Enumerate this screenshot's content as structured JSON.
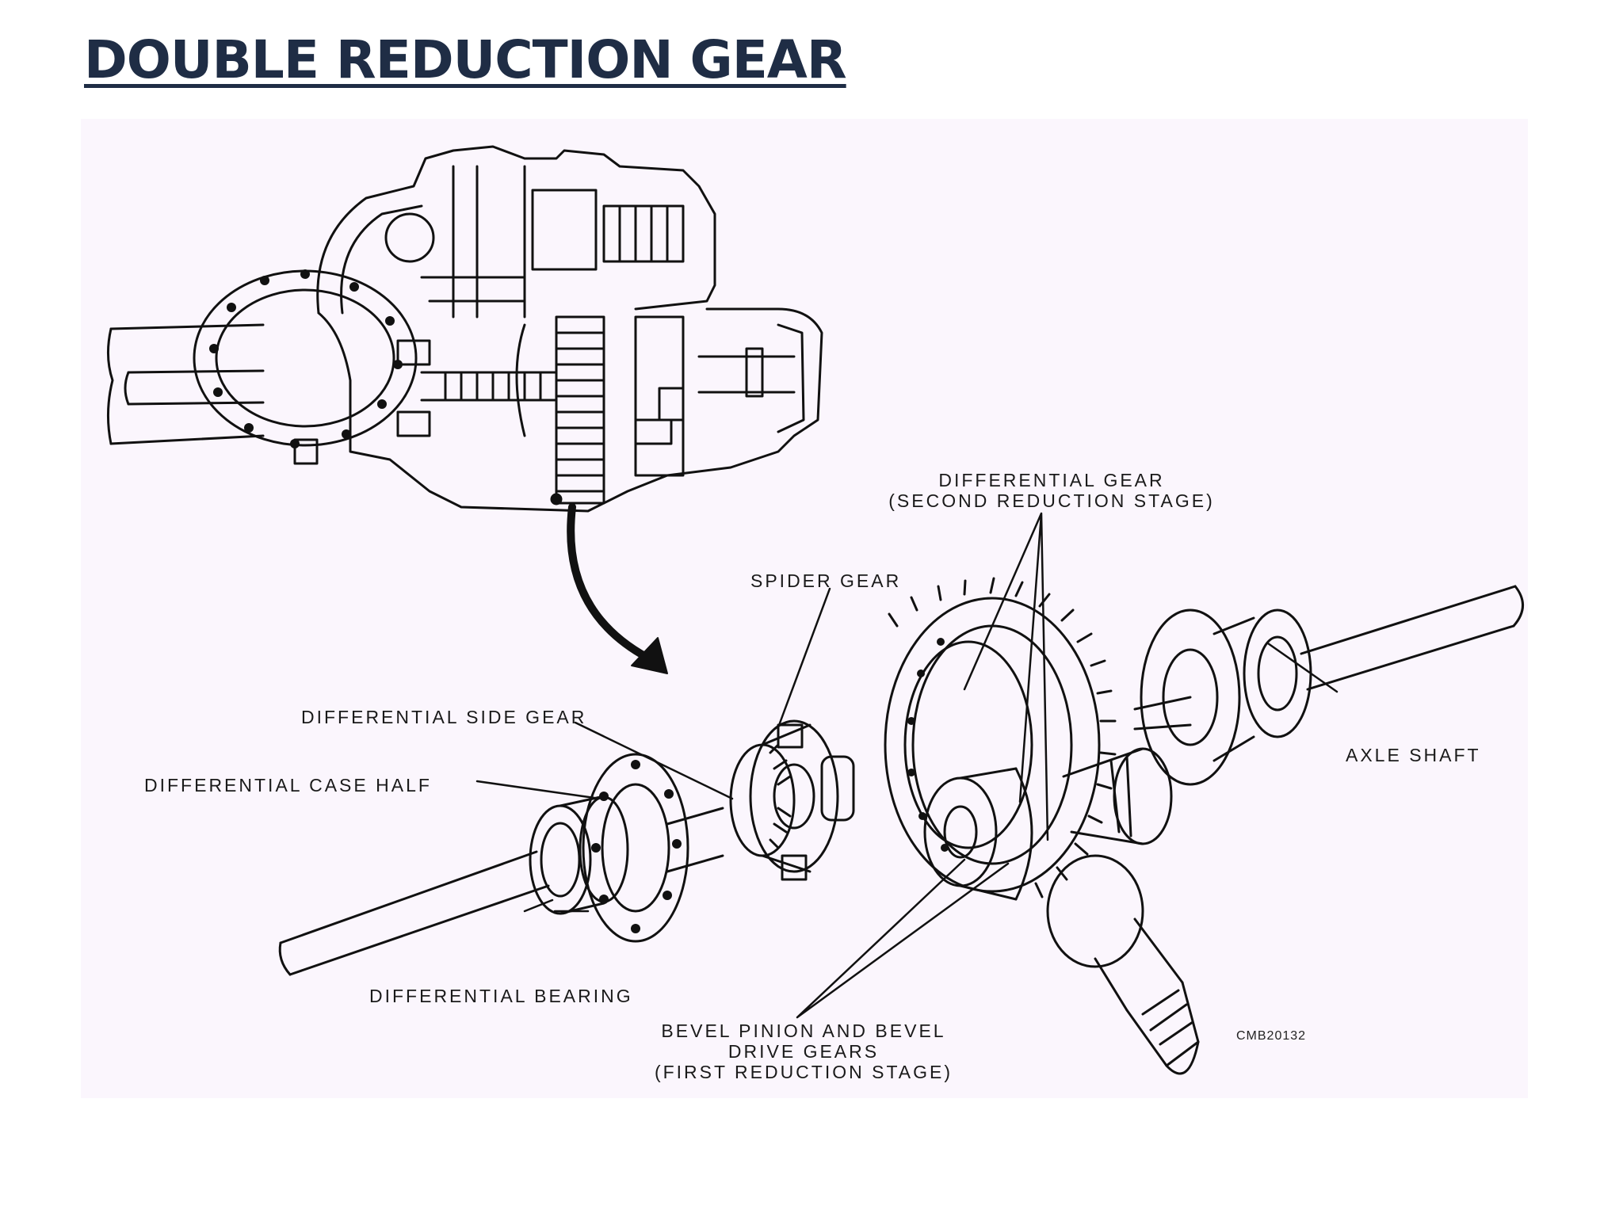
{
  "title": "DOUBLE REDUCTION GEAR",
  "labels": {
    "diff_gear_1": "DIFFERENTIAL GEAR",
    "diff_gear_2": "(SECOND REDUCTION STAGE)",
    "spider_gear": "SPIDER GEAR",
    "side_gear": "DIFFERENTIAL SIDE GEAR",
    "case_half": "DIFFERENTIAL CASE HALF",
    "axle_shaft": "AXLE SHAFT",
    "bearing": "DIFFERENTIAL BEARING",
    "bevel_1": "BEVEL PINION AND BEVEL",
    "bevel_2": "DRIVE GEARS",
    "bevel_3": "(FIRST REDUCTION STAGE)"
  },
  "figure_code": "CMB20132",
  "colors": {
    "title": "#1f2d45",
    "figure_background": "#fbf6fd",
    "line": "#111111"
  }
}
